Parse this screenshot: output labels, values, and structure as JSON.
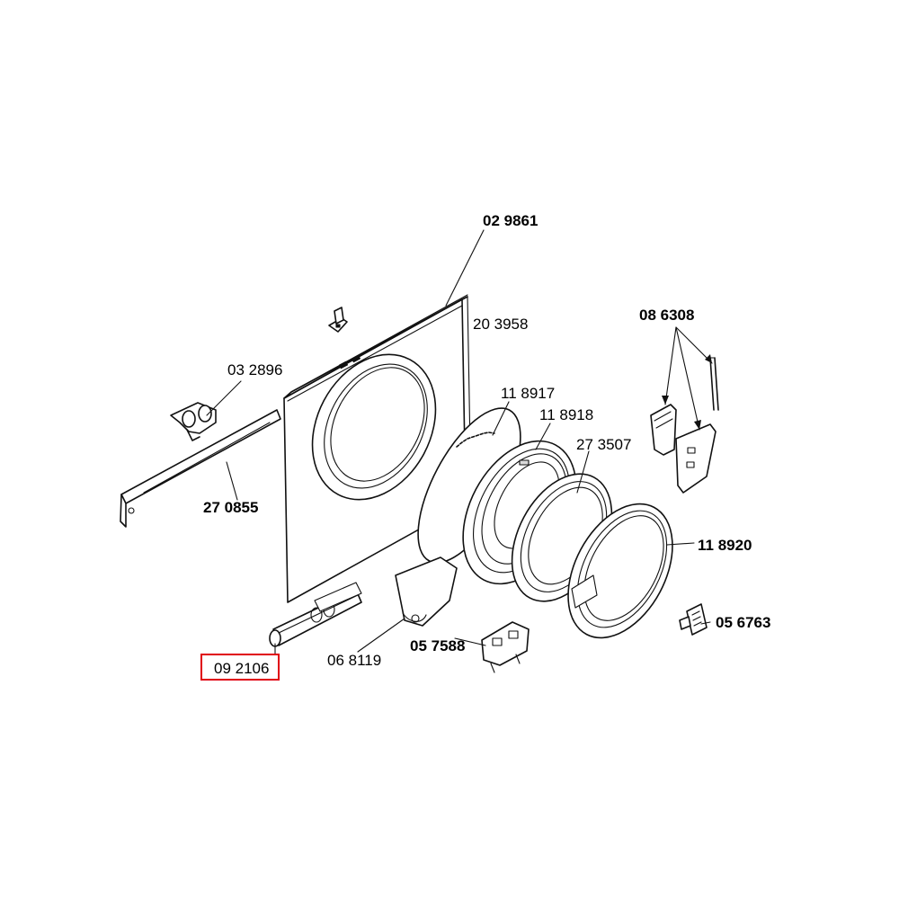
{
  "colors": {
    "highlight": "#e0000f",
    "line": "#111111",
    "background": "#ffffff"
  },
  "parts": [
    {
      "id": "p0298",
      "label": "02 9861",
      "bold": true
    },
    {
      "id": "p2039",
      "label": "20 3958",
      "bold": false
    },
    {
      "id": "p0863",
      "label": "08 6308",
      "bold": true
    },
    {
      "id": "p0328",
      "label": "03 2896",
      "bold": false
    },
    {
      "id": "p1189a",
      "label": "11 8917",
      "bold": false
    },
    {
      "id": "p1189b",
      "label": "11 8918",
      "bold": false
    },
    {
      "id": "p2735",
      "label": "27 3507",
      "bold": false
    },
    {
      "id": "p2708",
      "label": "27 0855",
      "bold": true
    },
    {
      "id": "p1189c",
      "label": "11 8920",
      "bold": true
    },
    {
      "id": "p0567",
      "label": "05 6763",
      "bold": true
    },
    {
      "id": "p0575",
      "label": "05 7588",
      "bold": true
    },
    {
      "id": "p0681",
      "label": "06 8119",
      "bold": false
    },
    {
      "id": "p0921",
      "label": "09 2106",
      "bold": false,
      "highlighted": true
    }
  ]
}
